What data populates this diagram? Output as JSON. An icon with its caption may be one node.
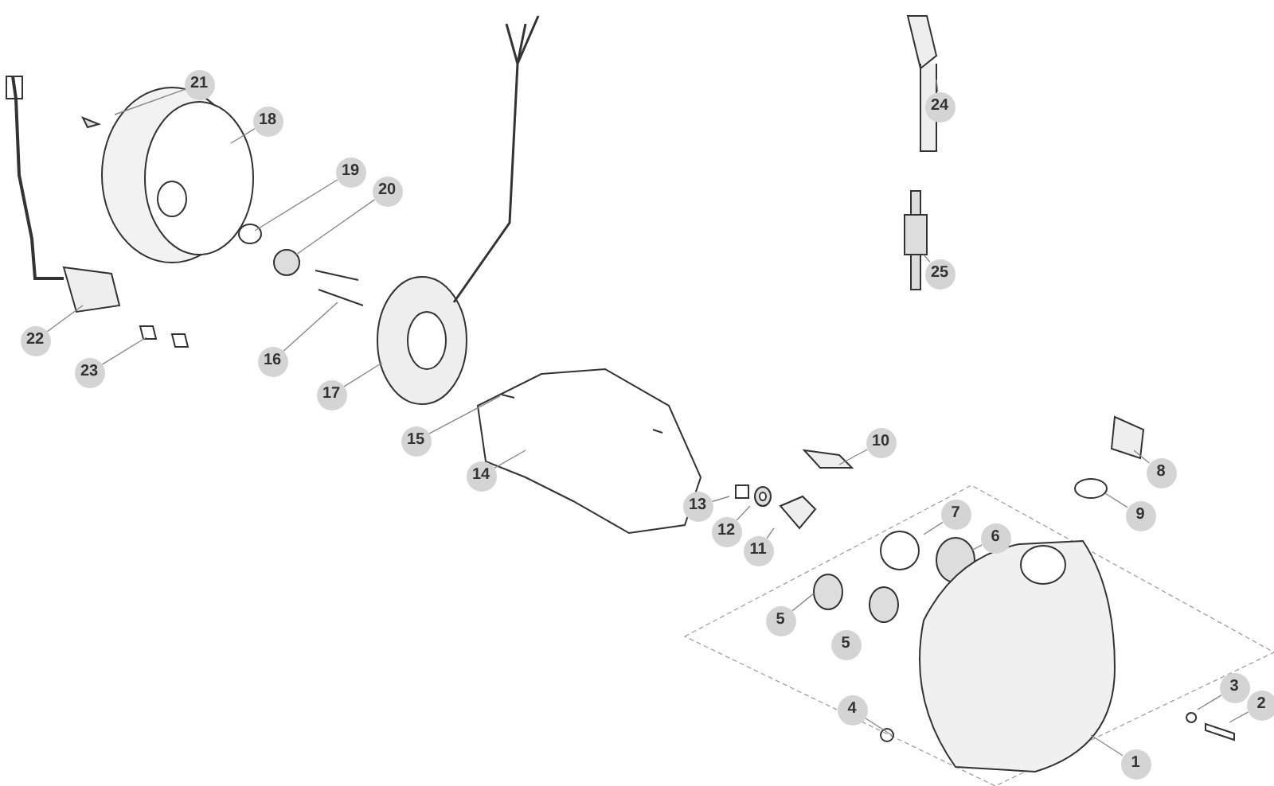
{
  "diagram": {
    "nodes": [
      {
        "text": [
          "21"
        ]
      },
      {
        "text": [
          "18"
        ]
      },
      {
        "text": [
          "19"
        ]
      },
      {
        "text": [
          "20"
        ]
      },
      {
        "text": [
          "16"
        ]
      },
      {
        "text": [
          "17"
        ]
      },
      {
        "text": [
          "22"
        ]
      },
      {
        "text": [
          "23"
        ]
      },
      {
        "text": [
          "15"
        ]
      },
      {
        "text": [
          "14"
        ]
      },
      {
        "text": [
          "24"
        ]
      },
      {
        "text": [
          "25"
        ]
      },
      {
        "text": [
          "10"
        ]
      },
      {
        "text": [
          "8"
        ]
      },
      {
        "text": [
          "9"
        ]
      },
      {
        "text": [
          "7"
        ]
      },
      {
        "text": [
          "6"
        ]
      },
      {
        "text": [
          "13"
        ]
      },
      {
        "text": [
          "12"
        ]
      },
      {
        "text": [
          "11"
        ]
      },
      {
        "text": [
          "5"
        ]
      },
      {
        "text": [
          "5"
        ]
      },
      {
        "text": [
          "4"
        ]
      },
      {
        "text": [
          "3"
        ]
      },
      {
        "text": [
          "2"
        ]
      },
      {
        "text": [
          "1"
        ]
      }
    ],
    "edges": [
      {
        "from": 0,
        "to": null,
        "arrow": "none"
      },
      {
        "from": 1,
        "to": null,
        "arrow": "none"
      },
      {
        "from": 2,
        "to": null,
        "arrow": "none"
      },
      {
        "from": 3,
        "to": null,
        "arrow": "none"
      },
      {
        "from": 4,
        "to": null,
        "arrow": "none"
      },
      {
        "from": 5,
        "to": null,
        "arrow": "none"
      },
      {
        "from": 6,
        "to": null,
        "arrow": "none"
      },
      {
        "from": 7,
        "to": null,
        "arrow": "none"
      },
      {
        "from": 8,
        "to": null,
        "arrow": "none"
      },
      {
        "from": 9,
        "to": null,
        "arrow": "none"
      },
      {
        "from": 10,
        "to": null,
        "arrow": "none"
      },
      {
        "from": 11,
        "to": null,
        "arrow": "none"
      },
      {
        "from": 12,
        "to": null,
        "arrow": "none"
      },
      {
        "from": 13,
        "to": null,
        "arrow": "none"
      },
      {
        "from": 14,
        "to": null,
        "arrow": "none"
      },
      {
        "from": 15,
        "to": null,
        "arrow": "none"
      },
      {
        "from": 16,
        "to": null,
        "arrow": "none"
      },
      {
        "from": 17,
        "to": null,
        "arrow": "none"
      },
      {
        "from": 18,
        "to": null,
        "arrow": "none"
      },
      {
        "from": 19,
        "to": null,
        "arrow": "none"
      },
      {
        "from": 20,
        "to": null,
        "arrow": "none"
      },
      {
        "from": 22,
        "to": null,
        "arrow": "none"
      },
      {
        "from": 23,
        "to": null,
        "arrow": "none"
      },
      {
        "from": 24,
        "to": null,
        "arrow": "none"
      },
      {
        "from": 25,
        "to": null,
        "arrow": "none"
      }
    ]
  }
}
